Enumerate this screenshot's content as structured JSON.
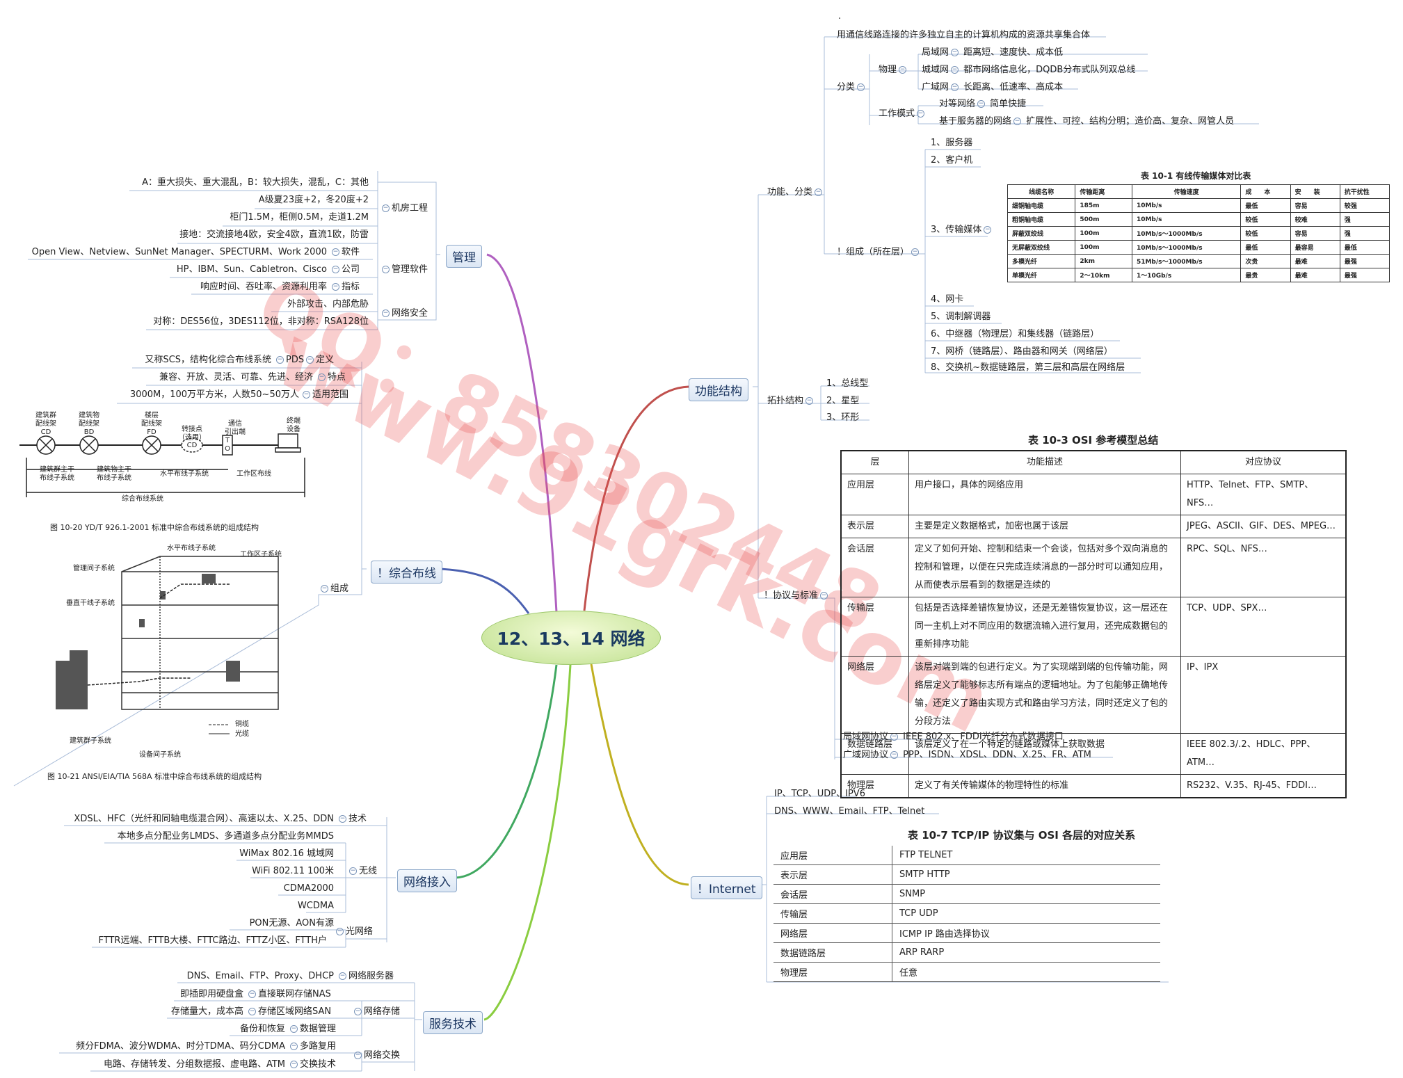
{
  "center": "12、13、14 网络",
  "dot": ".",
  "main": {
    "manage": "管理",
    "cabling": "！综合布线",
    "access": "网络接入",
    "service": "服务技术",
    "func": "功能结构",
    "internet": "！Internet"
  },
  "manage": {
    "room": "机房工程",
    "room_items": [
      "A：重大损失、重大混乱，B：较大损失，混乱，C：其他",
      "A级夏23度+2，冬20度+2",
      "柜门1.5M，柜侧0.5M，走道1.2M",
      "接地：交流接地4欧，安全4欧，直流1欧，防雷"
    ],
    "soft": "管理软件",
    "soft_rows": [
      {
        "v": "Open View、Netview、SunNet Manager、SPECTURM、Work 2000",
        "k": "软件"
      },
      {
        "v": "HP、IBM、Sun、Cabletron、Cisco",
        "k": "公司"
      },
      {
        "v": "响应时间、吞吐率、资源利用率",
        "k": "指标"
      }
    ],
    "sec": "网络安全",
    "sec_items": [
      "外部攻击、内部危胁",
      "对称：DES56位，3DES112位，非对称：RSA128位"
    ]
  },
  "cabling": {
    "rows": [
      {
        "v": "又称SCS，结构化综合布线系统",
        "k": "PDS",
        "k2": "定义"
      },
      {
        "v": "兼容、开放、灵活、可靠、先进、经济",
        "k2": "特点"
      },
      {
        "v": "3000M，100万平方米，人数50~50万人",
        "k2": "适用范围"
      }
    ],
    "compose": "组成",
    "fig1": {
      "labels": [
        "建筑群\n配线架\nCD",
        "建筑物\n配线架\nBD",
        "楼层\n配线架\nFD",
        "转接点\n（选用）",
        "通信\n引出端",
        "终端\n设备"
      ],
      "cd": "CD",
      "to": "T\nO",
      "subs": [
        "建筑群主干\n布线子系统",
        "建筑物主干\n布线子系统",
        "水平布线子系统",
        "工作区布线"
      ],
      "total": "综合布线系统",
      "caption": "图 10-20   YD/T 926.1-2001 标准中综合布线系统的组成结构"
    },
    "fig2": {
      "labels": [
        "水平布线子系统",
        "工作区子系统",
        "管理间子系统",
        "垂直干线子系统",
        "建筑群子系统",
        "设备间子系统"
      ],
      "legend": [
        "铜缆",
        "光缆"
      ],
      "caption": "图 10-21   ANSI/EIA/TIA 568A 标准中综合布线系统的组成结构"
    }
  },
  "access": {
    "tech_v": "XDSL、HFC（光纤和同轴电缆混合网）、高速以太、X.25、DDN",
    "tech_k": "技术",
    "wireless": "无线",
    "wireless_items": [
      "本地多点分配业务LMDS、多通道多点分配业务MMDS",
      "WiMax 802.16 城域网",
      "WiFi 802.11 100米",
      "CDMA2000",
      "WCDMA"
    ],
    "fiber": "光网络",
    "fiber_items": [
      "PON无源、AON有源",
      "FTTR远端、FTTB大楼、FTTC路边、FTTZ小区、FTTH户"
    ]
  },
  "service": {
    "server": "网络服务器",
    "server_v": "DNS、Email、FTP、Proxy、DHCP",
    "storage": "网络存储",
    "storage_rows": [
      {
        "v": "即插即用硬盘盒",
        "k": "直接联网存储NAS"
      },
      {
        "v": "存储量大，成本高",
        "k": "存储区域网络SAN"
      },
      {
        "v": "备份和恢复",
        "k": "数据管理"
      }
    ],
    "exchange": "网络交换",
    "exchange_rows": [
      {
        "v": "频分FDMA、波分WDMA、时分TDMA、码分CDMA",
        "k": "多路复用"
      },
      {
        "v": "电路、存储转发、分组数据报、虚电路、ATM",
        "k": "交换技术"
      }
    ]
  },
  "func": {
    "fc": "功能、分类",
    "def": "用通信线路连接的许多独立自主的计算机构成的资源共享集合体",
    "cls": "分类",
    "phys": "物理",
    "phys_rows": [
      {
        "k": "局域网",
        "v": "距离短、速度快、成本低"
      },
      {
        "k": "城域网",
        "v": "都市网络信息化，DQDB分布式队列双总线"
      },
      {
        "k": "广域网",
        "v": "长距离、低速率、高成本"
      }
    ],
    "mode": "工作模式",
    "mode_rows": [
      {
        "k": "对等网络",
        "v": "简单快捷"
      },
      {
        "k": "基于服务器的网络",
        "v": "扩展性、可控、结构分明；造价高、复杂、网管人员"
      }
    ],
    "comp": "！组成（所在层）",
    "comp_items": [
      "1、服务器",
      "2、客户机",
      "3、传输媒体",
      "4、网卡",
      "5、调制解调器",
      "6、中继器（物理层）和集线器（链路层）",
      "7、网桥（链路层）、路由器和网关（网络层）",
      "8、交换机~数据链路层，第三层和高层在网络层"
    ],
    "topo": "拓扑结构",
    "topo_items": [
      "1、总线型",
      "2、星型",
      "3、环形"
    ],
    "proto": "！协议与标准",
    "proto_rows": [
      {
        "k": "局域网协议",
        "v": "IEEE 802.x、FDDI光纤分布式数据接口"
      },
      {
        "k": "广域网协议",
        "v": "PPP、ISDN、XDSL、DDN、X.25、FR、ATM"
      }
    ]
  },
  "table101": {
    "title": "表 10-1   有线传输媒体对比表",
    "headers": [
      "线缆名称",
      "传输距离",
      "传输速度",
      "成　　本",
      "安　　装",
      "抗干扰性"
    ],
    "rows": [
      [
        "细铜轴电缆",
        "185m",
        "10Mb/s",
        "最低",
        "容易",
        "较强"
      ],
      [
        "粗铜轴电缆",
        "500m",
        "10Mb/s",
        "较低",
        "较难",
        "强"
      ],
      [
        "屏蔽双绞线",
        "100m",
        "10Mb/s～1000Mb/s",
        "较低",
        "容易",
        "强"
      ],
      [
        "无屏蔽双绞线",
        "100m",
        "10Mb/s～1000Mb/s",
        "最低",
        "最容易",
        "最低"
      ],
      [
        "多模光纤",
        "2km",
        "51Mb/s～1000Mb/s",
        "次贵",
        "最难",
        "最强"
      ],
      [
        "单模光纤",
        "2～10km",
        "1～10Gb/s",
        "最贵",
        "最难",
        "最强"
      ]
    ]
  },
  "table103": {
    "title": "表 10-3   OSI 参考模型总结",
    "headers": [
      "层",
      "功能描述",
      "对应协议"
    ],
    "rows": [
      [
        "应用层",
        "用户接口，具体的网络应用",
        "HTTP、Telnet、FTP、SMTP、NFS…"
      ],
      [
        "表示层",
        "主要是定义数据格式，加密也属于该层",
        "JPEG、ASCII、GIF、DES、MPEG…"
      ],
      [
        "会话层",
        "定义了如何开始、控制和结束一个会谈，包括对多个双向消息的控制和管理，以便在只完成连续消息的一部分时可以通知应用，从而使表示层看到的数据是连续的",
        "RPC、SQL、NFS…"
      ],
      [
        "传输层",
        "包括是否选择差错恢复协议，还是无差错恢复协议，这一层还在同一主机上对不同应用的数据流输入进行复用，还完成数据包的重新排序功能",
        "TCP、UDP、SPX…"
      ],
      [
        "网络层",
        "该层对端到端的包进行定义。为了实现端到端的包传输功能，网络层定义了能够标志所有端点的逻辑地址。为了包能够正确地传输，还定义了路由实现方式和路由学习方法，同时还定义了包的分段方法",
        "IP、IPX"
      ],
      [
        "数据链路层",
        "该层定义了在一个特定的链路或媒体上获取数据",
        "IEEE 802.3/.2、HDLC、PPP、ATM…"
      ],
      [
        "物理层",
        "定义了有关传输媒体的物理特性的标准",
        "RS232、V.35、RJ-45、FDDI…"
      ]
    ]
  },
  "internet": {
    "items": [
      "IP、TCP、UDP、IPV6",
      "DNS、WWW、Email、FTP、Telnet"
    ]
  },
  "table107": {
    "title": "表 10-7   TCP/IP 协议集与 OSI 各层的对应关系",
    "rows": [
      [
        "应用层",
        "FTP    TELNET"
      ],
      [
        "表示层",
        "SMTP    HTTP"
      ],
      [
        "会话层",
        "SNMP"
      ],
      [
        "传输层",
        "TCP      UDP"
      ],
      [
        "网络层",
        "ICMP          IP            路由选择协议"
      ],
      [
        "数据链路层",
        "ARP     RARP"
      ],
      [
        "物理层",
        "任意"
      ]
    ]
  },
  "watermark": [
    "QQ：858302448",
    "www.91grk.com"
  ],
  "colors": {
    "manage": "#b060c0",
    "cabling": "#5070c0",
    "access": "#40a860",
    "service": "#8acd40",
    "func": "#c0504d",
    "internet": "#c0b020"
  }
}
